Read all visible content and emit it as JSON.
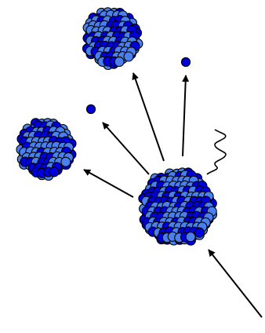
{
  "colors": {
    "background": "#ffffff",
    "proton": "#0000dd",
    "neutron": "#4a7fee",
    "outline": "#000000",
    "arrow": "#000000",
    "gamma_wave": "#000000"
  },
  "diagram": {
    "elements": [
      "incoming-neutron-arrow",
      "target-nucleus",
      "fission-fragment-upper",
      "fission-fragment-left",
      "released-neutron-top",
      "released-neutron-left",
      "gamma-ray-wave"
    ]
  }
}
